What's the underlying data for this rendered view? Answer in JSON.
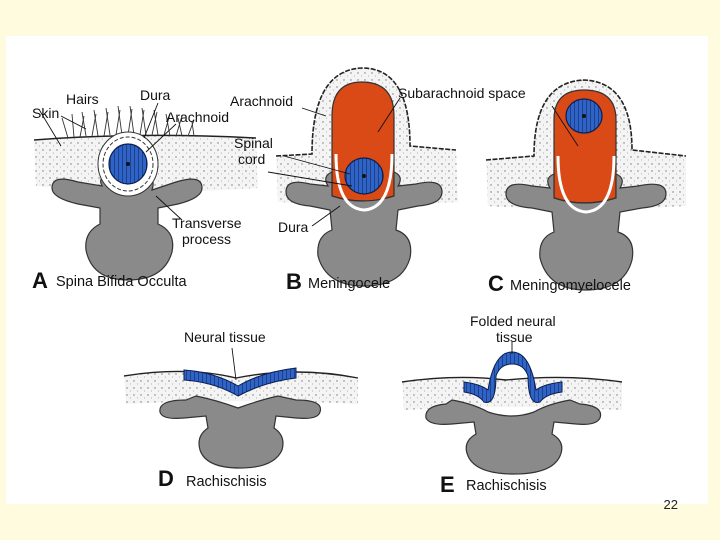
{
  "figure": {
    "panels": [
      {
        "letter": "A",
        "caption": "Spina Bifida Occulta"
      },
      {
        "letter": "B",
        "caption": "Meningocele"
      },
      {
        "letter": "C",
        "caption": "Meningomyelocele"
      },
      {
        "letter": "D",
        "caption": "Rachischisis"
      },
      {
        "letter": "E",
        "caption": "Rachischisis"
      }
    ],
    "labels": {
      "skin": "Skin",
      "hairs": "Hairs",
      "dura_a": "Dura",
      "arachnoid_a": "Arachnoid",
      "transverse_1": "Transverse",
      "transverse_2": "process",
      "arachnoid_b": "Arachnoid",
      "spinal_1": "Spinal",
      "spinal_2": "cord",
      "dura_b": "Dura",
      "subarachnoid": "Subarachnoid space",
      "neural_tissue": "Neural tissue",
      "folded_1": "Folded neural",
      "folded_2": "tissue"
    },
    "colors": {
      "csf": "#d94a17",
      "cord": "#2f63c6",
      "bone": "#8a8a8a",
      "skin_fill": "#f3f3f3"
    }
  },
  "page_number": "22"
}
